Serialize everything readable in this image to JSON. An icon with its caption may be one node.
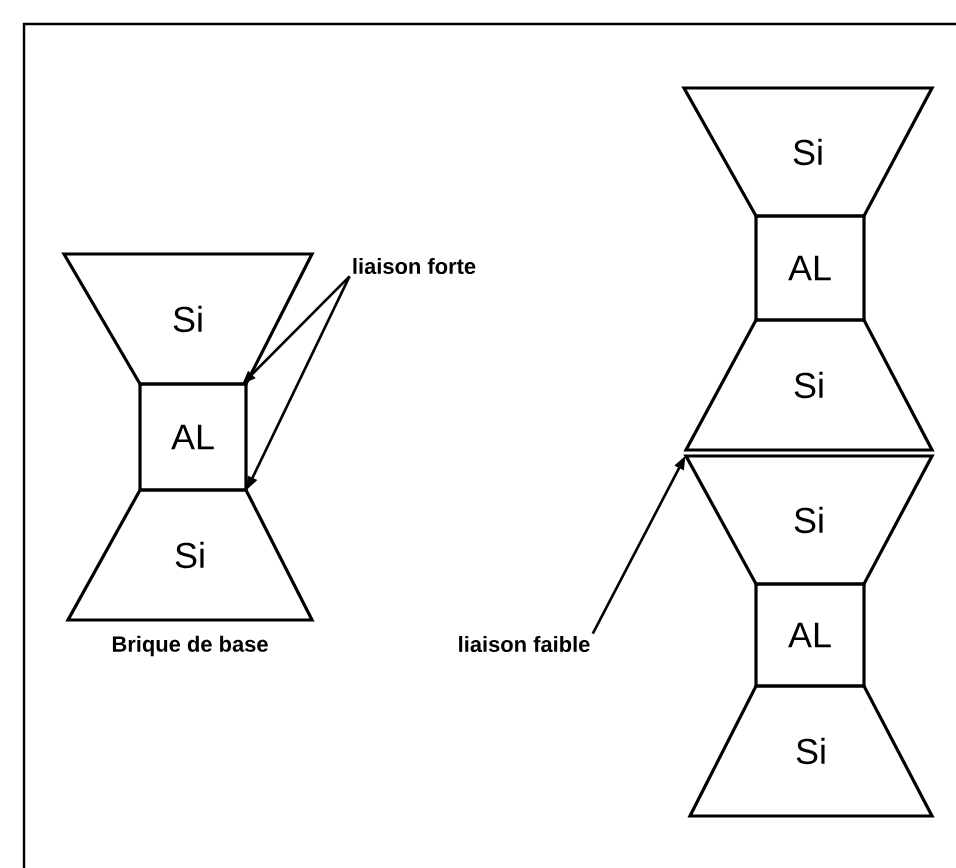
{
  "diagram": {
    "nodes": [
      {
        "text": [
          "Si"
        ]
      },
      {
        "text": [
          "AL"
        ]
      },
      {
        "text": [
          "Si"
        ]
      },
      {
        "text": [
          "Si"
        ]
      },
      {
        "text": [
          "AL"
        ]
      },
      {
        "text": [
          "Si"
        ]
      },
      {
        "text": [
          "Si"
        ]
      },
      {
        "text": [
          "AL"
        ]
      },
      {
        "text": [
          "Si"
        ]
      },
      {
        "text": [
          "liaison forte"
        ]
      },
      {
        "text": [
          "liaison faible"
        ]
      }
    ],
    "edges": [
      {
        "from": 9,
        "to": 0,
        "arrow": "to"
      },
      {
        "from": 9,
        "to": 1,
        "arrow": "to"
      },
      {
        "from": 10,
        "to": 6,
        "arrow": "to"
      }
    ],
    "labels": [
      "Brique de base"
    ]
  }
}
